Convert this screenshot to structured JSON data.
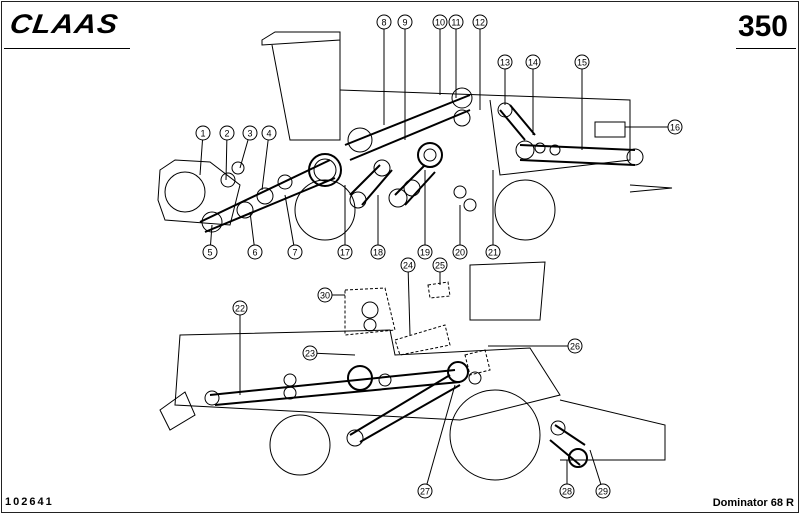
{
  "header": {
    "brand": "CLAAS",
    "page_number": "350"
  },
  "footer": {
    "document_number": "102641",
    "model": "Dominator 68 R"
  },
  "callouts": [
    "1",
    "2",
    "3",
    "4",
    "5",
    "6",
    "7",
    "8",
    "9",
    "10",
    "11",
    "12",
    "13",
    "14",
    "15",
    "16",
    "17",
    "18",
    "19",
    "20",
    "21",
    "22",
    "23",
    "24",
    "25",
    "26",
    "27",
    "28",
    "29",
    "30"
  ]
}
